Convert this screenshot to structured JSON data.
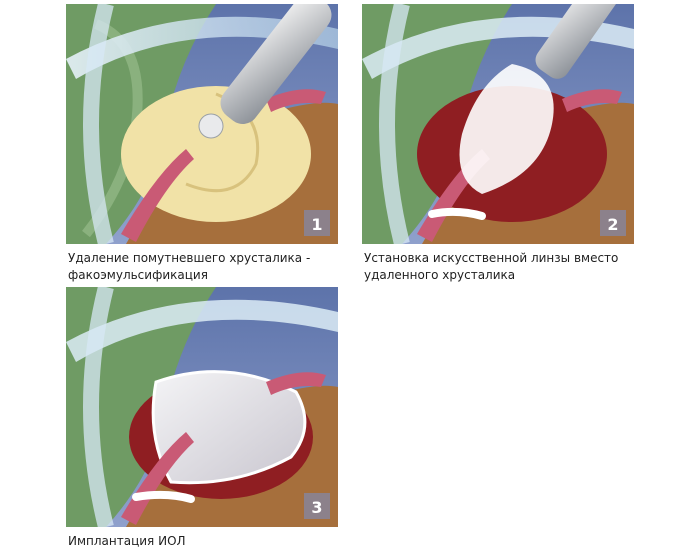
{
  "panels": [
    {
      "number": "1",
      "caption": "Удаление помутневшего хрусталика - факоэмульсификация"
    },
    {
      "number": "2",
      "caption": "Установка искусственной линзы вместо удаленного хрусталика"
    },
    {
      "number": "3",
      "caption": "Имплантация ИОЛ"
    }
  ],
  "colors": {
    "background": "#7b8dbf",
    "brown": "#a66f3c",
    "iris": "#6f9b64",
    "pink": "#c95a75",
    "lens": "#f1e2a7",
    "capsule_red": "#8f1e22",
    "cornea": "#cfe4f2"
  }
}
